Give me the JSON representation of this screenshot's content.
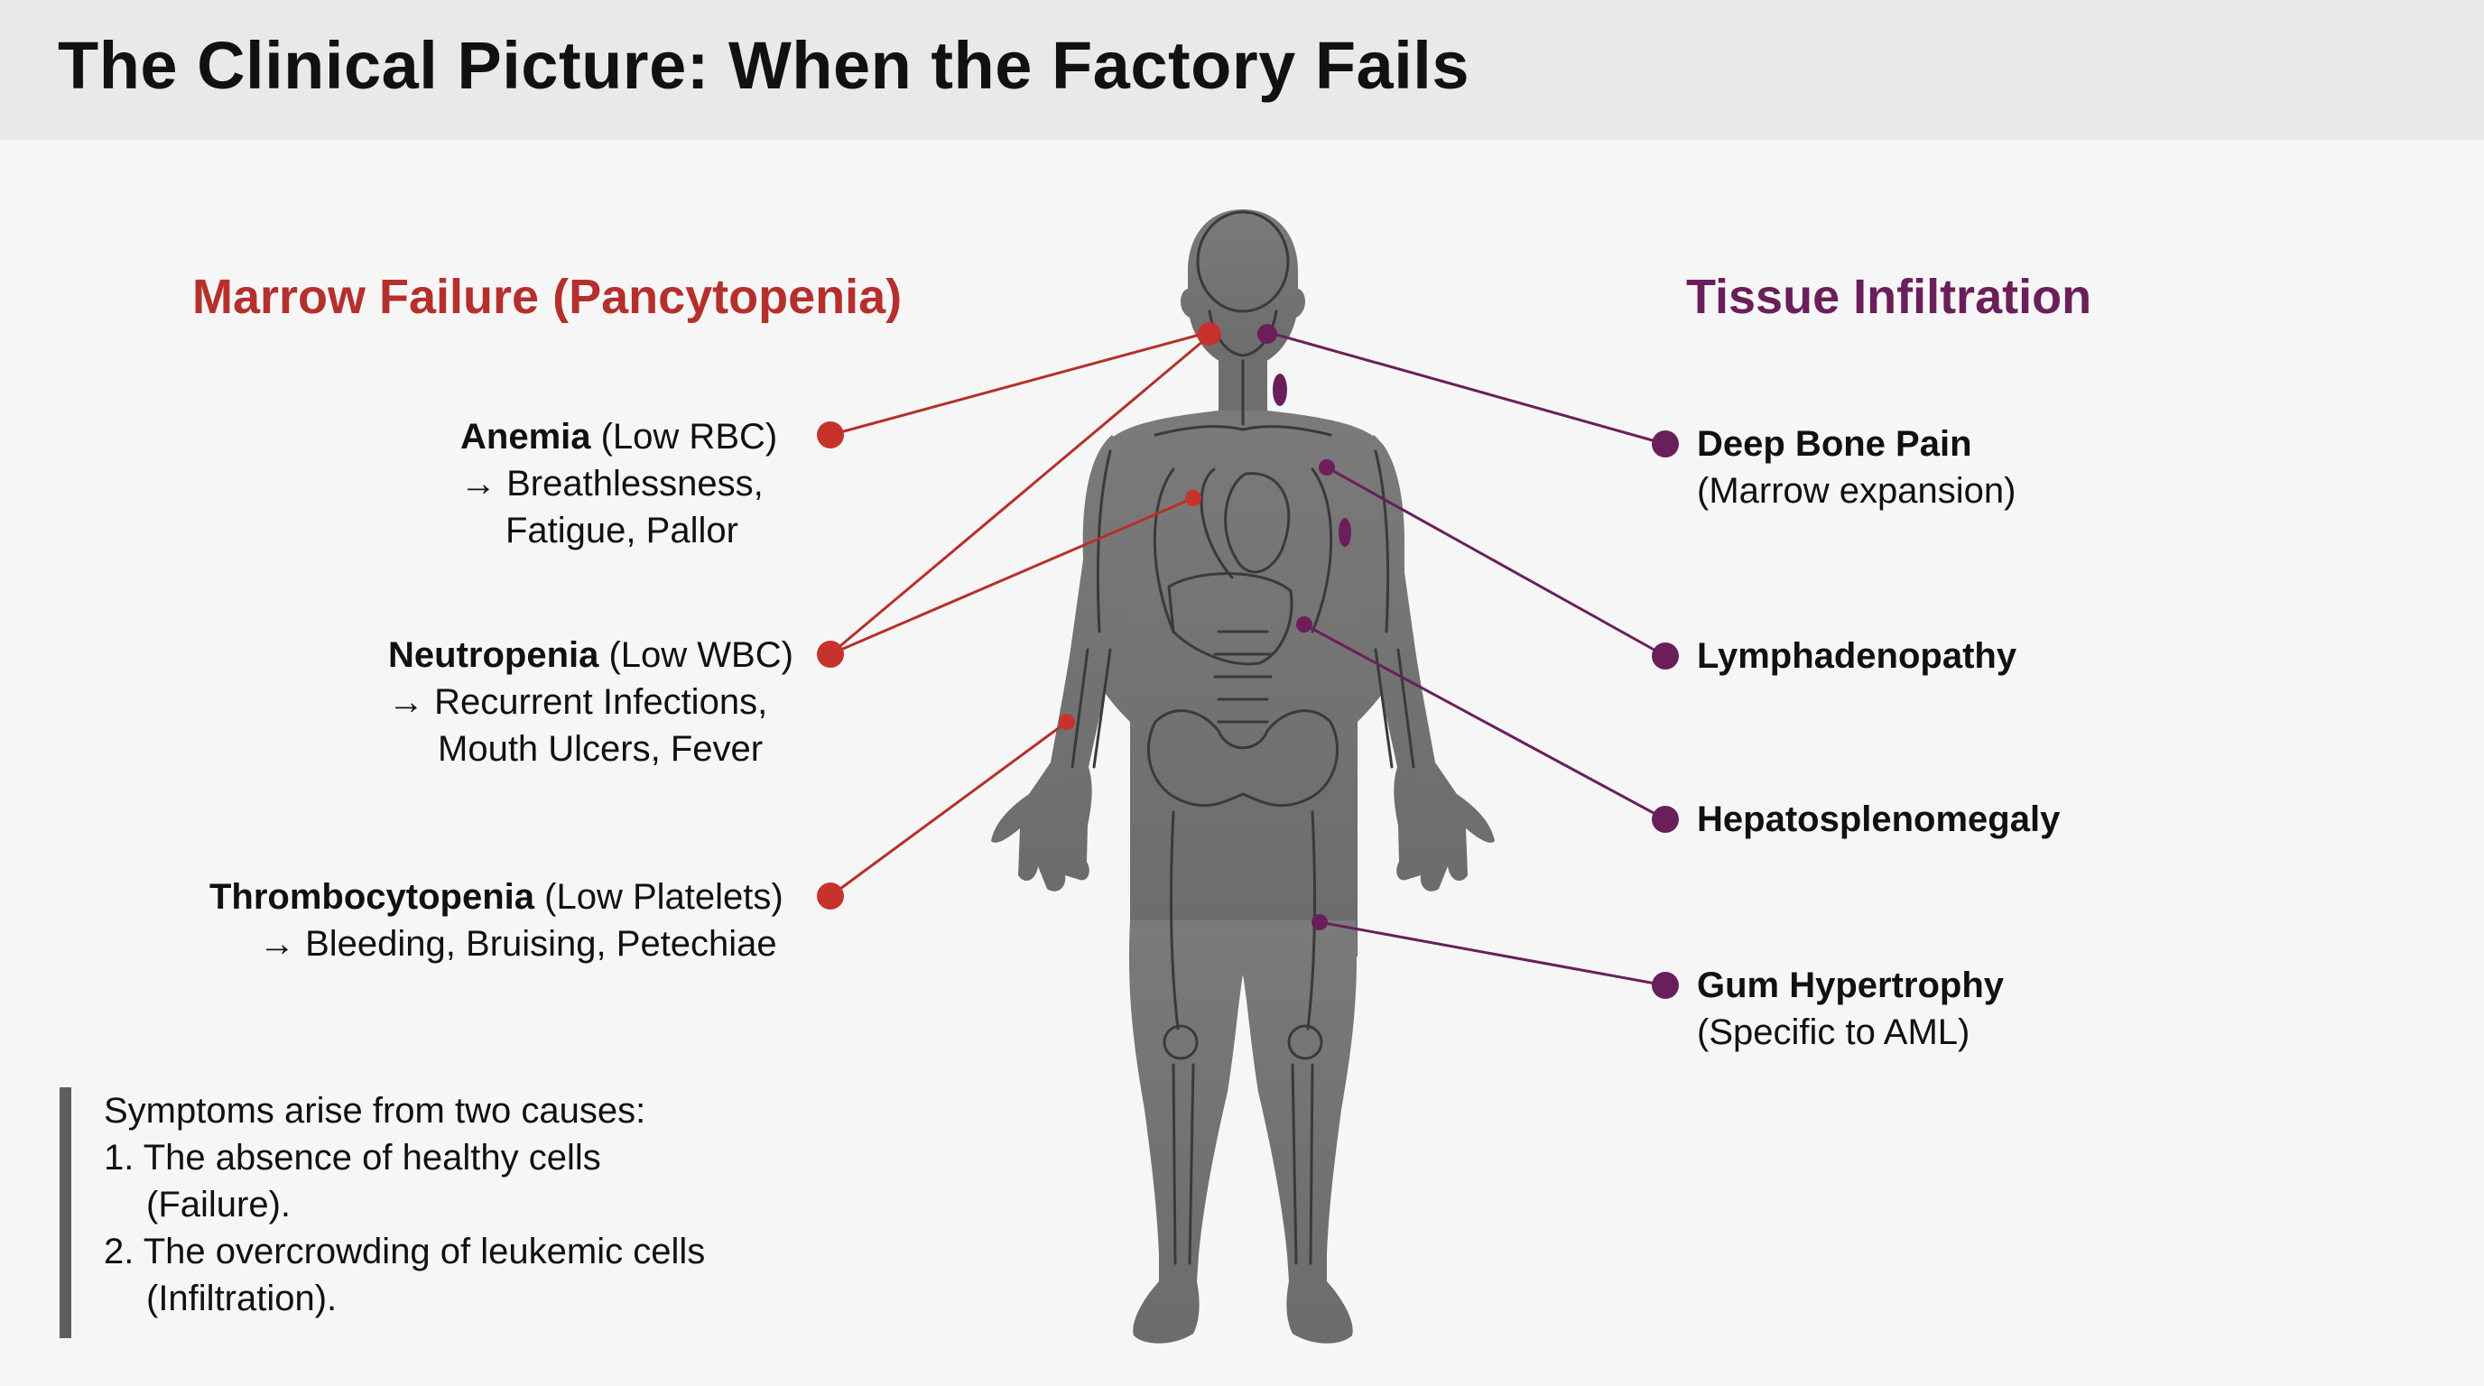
{
  "title": "The Clinical Picture: When the Factory Fails",
  "left_section": {
    "title": "Marrow Failure (Pancytopenia)",
    "color": "#b5302c",
    "items": [
      {
        "term": "Anemia",
        "paren": " (Low RBC)",
        "effect_lines": [
          "→ Breathlessness,",
          "Fatigue, Pallor"
        ]
      },
      {
        "term": "Neutropenia",
        "paren": " (Low WBC)",
        "effect_lines": [
          "→ Recurrent Infections,",
          "Mouth Ulcers, Fever"
        ]
      },
      {
        "term": "Thrombocytopenia",
        "paren": " (Low Platelets)",
        "effect_lines": [
          "→ Bleeding, Bruising, Petechiae"
        ]
      }
    ]
  },
  "right_section": {
    "title": "Tissue Infiltration",
    "color": "#6b1f5a",
    "items": [
      {
        "term": "Deep Bone Pain",
        "sub": "(Marrow expansion)"
      },
      {
        "term": "Lymphadenopathy",
        "sub": ""
      },
      {
        "term": "Hepatosplenomegaly",
        "sub": ""
      },
      {
        "term": "Gum Hypertrophy",
        "sub": "(Specific to AML)"
      }
    ]
  },
  "note": {
    "intro": "Symptoms arise from two causes:",
    "points": [
      {
        "num": "1.",
        "lines": [
          "The absence of healthy cells",
          "(Failure)."
        ]
      },
      {
        "num": "2.",
        "lines": [
          "The overcrowding of leukemic cells",
          "(Infiltration)."
        ]
      }
    ]
  }
}
